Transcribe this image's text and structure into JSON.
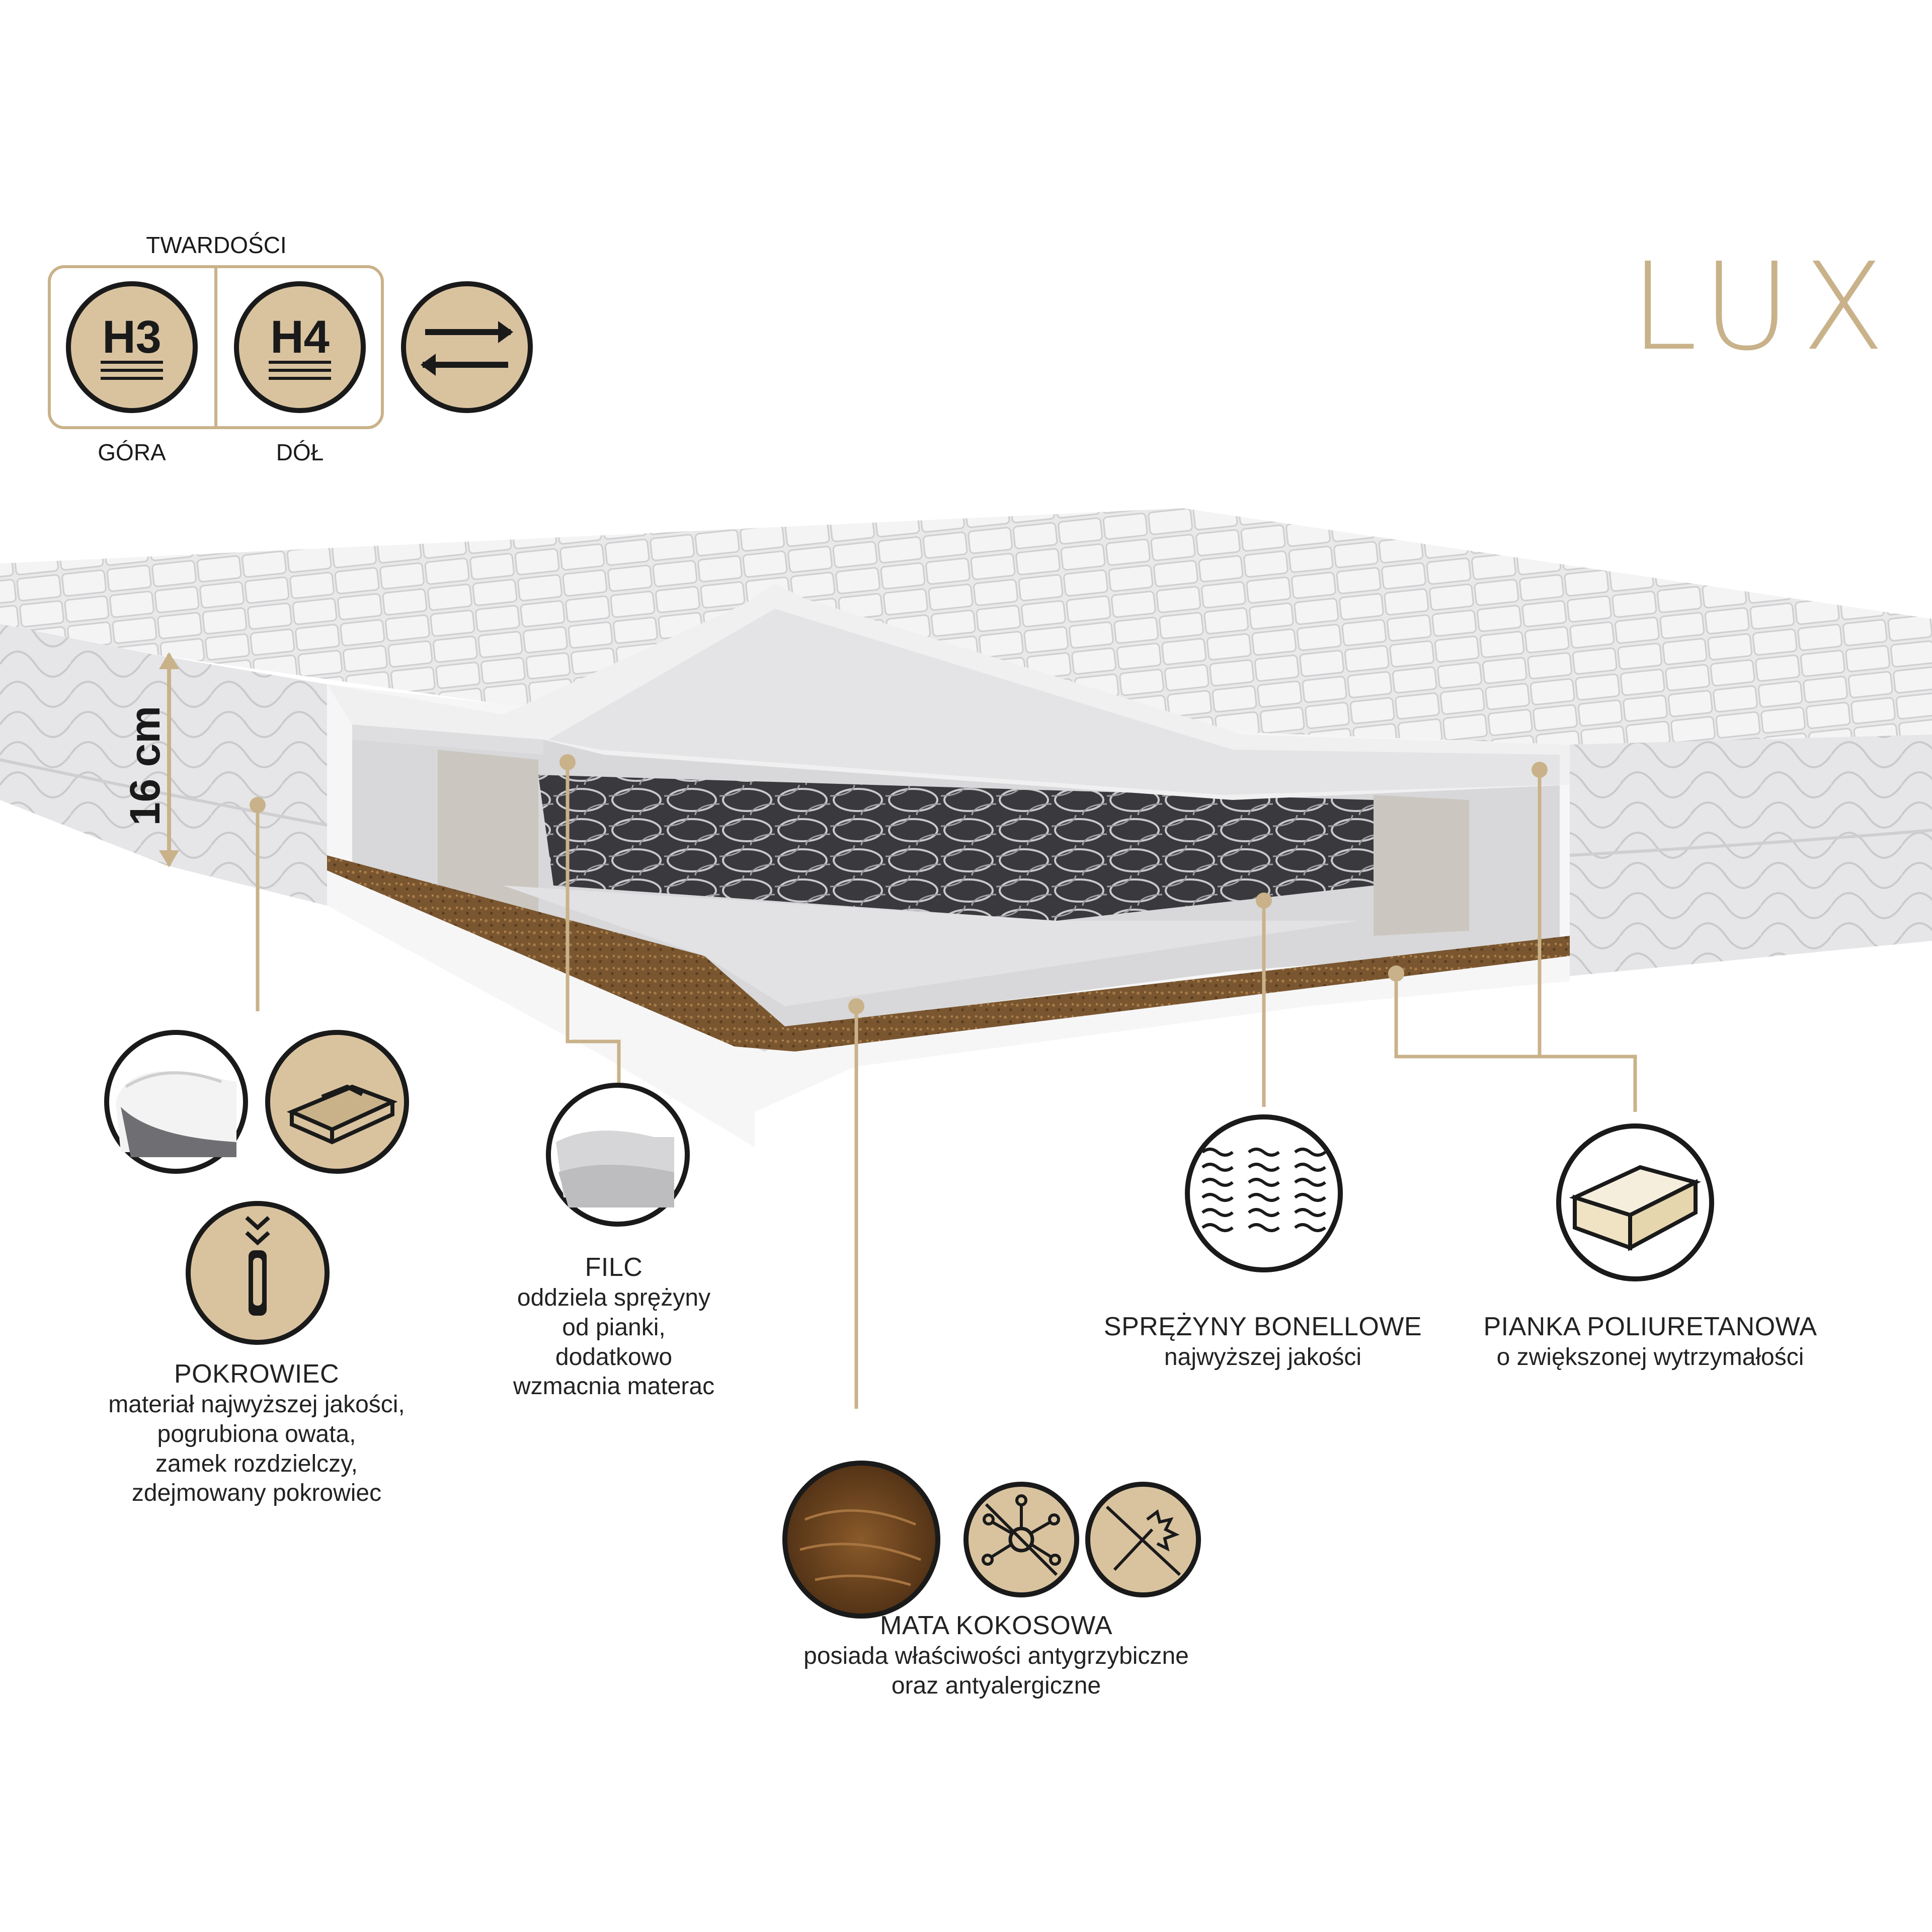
{
  "brand": {
    "name": "LUX",
    "color": "#c9b28a"
  },
  "colors": {
    "gold": "#c9b28a",
    "gold_fill": "#d9c39f",
    "dark": "#1a1a1a"
  },
  "firmness": {
    "title": "TWARDOŚCI",
    "top": {
      "code": "H3",
      "caption": "GÓRA"
    },
    "bottom": {
      "code": "H4",
      "caption": "DÓŁ"
    },
    "reversible_icon": "double-arrow-icon"
  },
  "height_label": "16 cm",
  "features": {
    "cover": {
      "title": "POKROWIEC",
      "lines": [
        "materiał najwyższej jakości,",
        "pogrubiona owata,",
        "zamek rozdzielczy,",
        "zdejmowany pokrowiec"
      ],
      "icons": [
        "pillow-fabric-icon",
        "cover-layer-icon",
        "zipper-icon"
      ]
    },
    "felt": {
      "title": "FILC",
      "lines": [
        "oddziela sprężyny",
        "od pianki,",
        "dodatkowo",
        "wzmacnia materac"
      ],
      "icons": [
        "felt-sheet-icon"
      ]
    },
    "springs": {
      "title": "SPRĘŻYNY BONELLOWE",
      "lines": [
        "najwyższej jakości"
      ],
      "icons": [
        "bonnell-springs-icon"
      ]
    },
    "foam": {
      "title": "PIANKA POLIURETANOWA",
      "lines": [
        "o zwiększonej wytrzymałości"
      ],
      "icons": [
        "foam-block-icon"
      ]
    },
    "coconut": {
      "title": "MATA KOKOSOWA",
      "lines": [
        "posiada właściwości antygrzybiczne",
        "oraz antyalergiczne"
      ],
      "icons": [
        "coconut-fiber-icon",
        "anti-fungal-icon",
        "anti-allergic-icon"
      ]
    }
  }
}
